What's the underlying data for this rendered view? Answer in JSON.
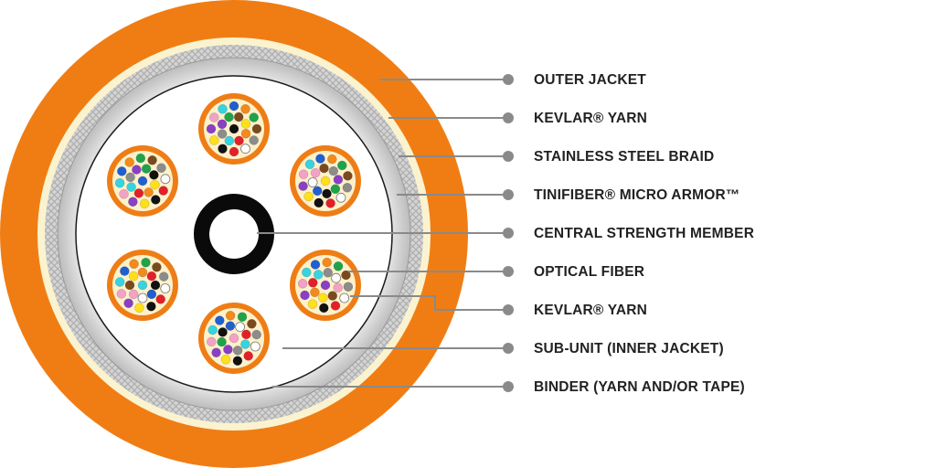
{
  "colors": {
    "outer_jacket": "#f07d14",
    "kevlar_outer": "#fbf3cf",
    "braid": "#c9c9c9",
    "armor": "#e4e4e4",
    "binder": "#ffffff",
    "subunit": "#ee7d16",
    "subunit_yarn": "#fdf1cb",
    "central_member": "#0a0a0a",
    "leader_line": "#8a8a8a",
    "text": "#222222"
  },
  "labels": [
    {
      "id": "outer-jacket",
      "text": "OUTER JACKET"
    },
    {
      "id": "kevlar-yarn-outer",
      "text": "KEVLAR® YARN"
    },
    {
      "id": "stainless-steel-braid",
      "text": "STAINLESS STEEL BRAID"
    },
    {
      "id": "tinifiber-micro-armor",
      "text": "TINIFIBER® MICRO ARMOR™"
    },
    {
      "id": "central-strength-member",
      "text": "CENTRAL STRENGTH MEMBER"
    },
    {
      "id": "optical-fiber",
      "text": "OPTICAL FIBER"
    },
    {
      "id": "kevlar-yarn-inner",
      "text": "KEVLAR® YARN"
    },
    {
      "id": "sub-unit",
      "text": "SUB-UNIT (INNER JACKET)"
    },
    {
      "id": "binder",
      "text": "BINDER (YARN AND/OR TAPE)"
    }
  ],
  "fiber_colors": [
    "blue",
    "orange",
    "green",
    "brown",
    "slate",
    "white",
    "red",
    "black",
    "yellow",
    "violet",
    "rose",
    "aqua"
  ]
}
